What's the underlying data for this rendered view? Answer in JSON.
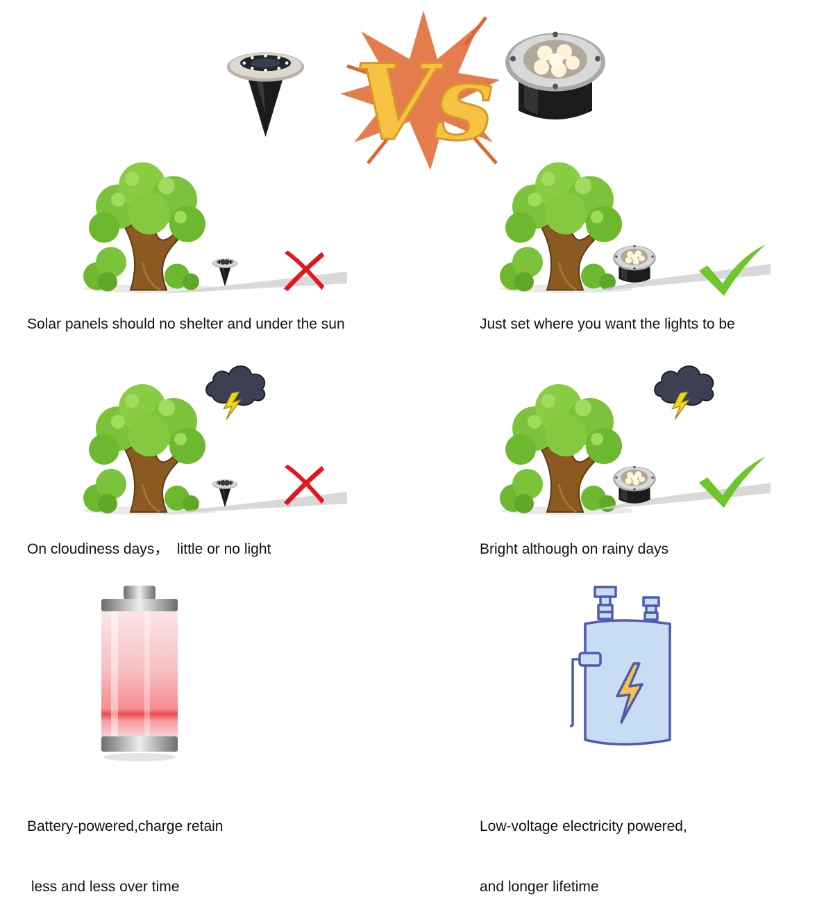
{
  "header": {
    "vs_text": "Vs"
  },
  "captions": {
    "solar_sun": "Solar panels should no shelter and under the sun",
    "wired_anywhere": "Just set where you want the lights to be",
    "solar_cloudy": "On cloudiness days，  little or no light",
    "wired_rainy": "Bright although on rainy days",
    "solar_battery_line1": "Battery-powered,charge retain",
    "solar_battery_line2": " less and less over time",
    "wired_power_line1": "Low-voltage electricity powered,",
    "wired_power_line2": "and longer lifetime"
  },
  "icons": {
    "solar_light": "solar-ground-light-icon",
    "wired_light": "wired-ground-light-icon",
    "tree": "tree-icon",
    "cloud": "storm-cloud-icon",
    "cross": "red-cross-icon",
    "check": "green-check-icon",
    "battery": "battery-icon",
    "transformer": "transformer-icon"
  },
  "colors": {
    "cross": "#e8141c",
    "check": "#6dc62a",
    "vs_fill": "#f6c242",
    "vs_burst": "#e0652e",
    "foliage": "#7cc23b",
    "trunk": "#8a5a22",
    "cloud": "#3d3f52",
    "bolt": "#f3d31b",
    "battery_red": "#f04a52",
    "transformer_fill": "#c8dcf4",
    "transformer_line": "#4e5baf"
  }
}
